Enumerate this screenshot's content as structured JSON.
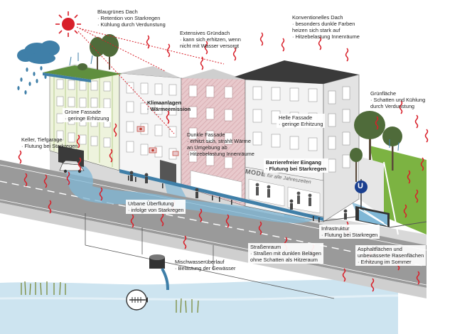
{
  "colors": {
    "heat": "#d8202a",
    "water": "#7fb7d6",
    "water_dark": "#3f7fa8",
    "facade_pink": "#e8c9cc",
    "facade_green": "#eef3dd",
    "facade_grey": "#f3f3f3",
    "roof_dark": "#3a3a3a",
    "road": "#9a9a9a",
    "tree": "#4f6b3a",
    "grass": "#7cb342"
  },
  "icons": {
    "sun": "sun-icon",
    "rain_cloud": "rain-cloud-icon",
    "metro": "u-bahn-icon",
    "fish": "dead-fish-icon",
    "heat": "heat-wave-icon",
    "overflow": "sewer-overflow-icon",
    "car": "car-icon"
  },
  "shop_sign": {
    "name": "MODE",
    "tagline": "für alle Jahreszeiten"
  },
  "metro_letter": "U",
  "labels": {
    "blaugruen": {
      "title": "Blaugrünes Dach",
      "lines": [
        "· Retention von Starkregen",
        "· Kühlung durch Verdunstung"
      ]
    },
    "gruendach": {
      "title": "Extensives Gründach",
      "lines": [
        "· kann sich erhitzen, wenn",
        "nicht mit Wasser versorgt"
      ]
    },
    "konv_dach": {
      "title": "Konventionelles Dach",
      "lines": [
        "· besonders dunkle Farben",
        "heizen sich stark auf",
        "· Hitzebelastung Innenräume"
      ]
    },
    "gruenflaeche": {
      "title": "Grünfläche",
      "lines": [
        "· Schatten und Kühlung",
        "durch Verdunstung"
      ]
    },
    "gruene_fassade": {
      "title": "Grüne Fassade",
      "lines": [
        "· geringe Erhitzung"
      ]
    },
    "klima": {
      "title": "Klimaanlagen",
      "lines": [
        "· Wärmeemission"
      ]
    },
    "helle_fassade": {
      "title": "Helle Fassade",
      "lines": [
        "· geringe Erhitzung"
      ]
    },
    "dunkle_fassade": {
      "title": "Dunkle Fassade",
      "lines": [
        "· erhitzt sich, strahlt Wärme",
        "an Umgebung ab",
        "· Hitzebelastung Innenräume"
      ]
    },
    "keller": {
      "title": "Keller, Tiefgarage",
      "lines": [
        "· Flutung bei Starkregen"
      ]
    },
    "eingang": {
      "title": "Barrierefreier Eingang",
      "lines": [
        "· Flutung bei Starkregen"
      ]
    },
    "ueberflutung": {
      "title": "Urbane Überflutung",
      "lines": [
        "· infolge von Starkregen"
      ]
    },
    "infrastruktur": {
      "title": "Infrastruktur",
      "lines": [
        "· Flutung bei Starkregen"
      ]
    },
    "strassenraum": {
      "title": "Straßenraum",
      "lines": [
        "· Straßen mit dunklen Belägen",
        "ohne Schatten als Hitzeraum"
      ]
    },
    "asphalt": {
      "title": "Asphaltflächen und",
      "lines": [
        "unbewässerte Rasenflächen",
        "· Erhitzung im Sommer"
      ]
    },
    "mischwasser": {
      "title": "Mischwasserüberlauf",
      "lines": [
        "· Belastung der Gewässer"
      ]
    }
  }
}
